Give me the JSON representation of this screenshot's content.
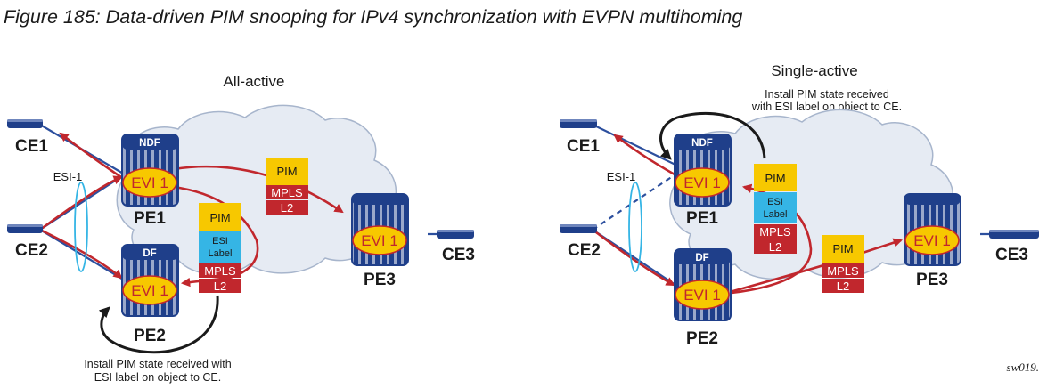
{
  "figure": {
    "title": "Figure 185: Data-driven PIM snooping for IPv4 synchronization with EVPN multihoming",
    "credit": "sw019."
  },
  "colors": {
    "router_blue": "#1f3f8a",
    "link_blue": "#2c4f9e",
    "cloud_fill": "#e6ebf3",
    "cloud_stroke": "#a7b5cc",
    "evi_yellow": "#f7c800",
    "pim_yellow": "#f7c800",
    "esi_cyan": "#35b5e5",
    "mpls_red": "#c1272d",
    "arrow_red": "#c1272d",
    "esi_ellipse": "#35b5e5",
    "text": "#1a1a1a"
  },
  "panels": {
    "all_active": {
      "mode": "All-active",
      "ce1": "CE1",
      "ce2": "CE2",
      "ce3": "CE3",
      "esi": "ESI-1",
      "pe1": {
        "name": "PE1",
        "badge": "NDF",
        "evi": "EVI 1"
      },
      "pe2": {
        "name": "PE2",
        "badge": "DF",
        "evi": "EVI 1"
      },
      "pe3": {
        "name": "PE3",
        "evi": "EVI 1"
      },
      "stack_top": {
        "pim": "PIM",
        "mpls": "MPLS",
        "l2": "L2"
      },
      "stack_esi": {
        "pim": "PIM",
        "esi": "ESI",
        "esi2": "Label",
        "mpls": "MPLS",
        "l2": "L2"
      },
      "note_line1": "Install PIM state received with",
      "note_line2": "ESI label on object to CE."
    },
    "single_active": {
      "mode": "Single-active",
      "ce1": "CE1",
      "ce2": "CE2",
      "ce3": "CE3",
      "esi": "ESI-1",
      "pe1": {
        "name": "PE1",
        "badge": "NDF",
        "evi": "EVI 1"
      },
      "pe2": {
        "name": "PE2",
        "badge": "DF",
        "evi": "EVI 1"
      },
      "pe3": {
        "name": "PE3",
        "evi": "EVI 1"
      },
      "stack_esi": {
        "pim": "PIM",
        "esi": "ESI",
        "esi2": "Label",
        "mpls": "MPLS",
        "l2": "L2"
      },
      "stack_bottom": {
        "pim": "PIM",
        "mpls": "MPLS",
        "l2": "L2"
      },
      "note_line1": "Install PIM state received",
      "note_line2": "with ESI label on object to CE."
    }
  }
}
